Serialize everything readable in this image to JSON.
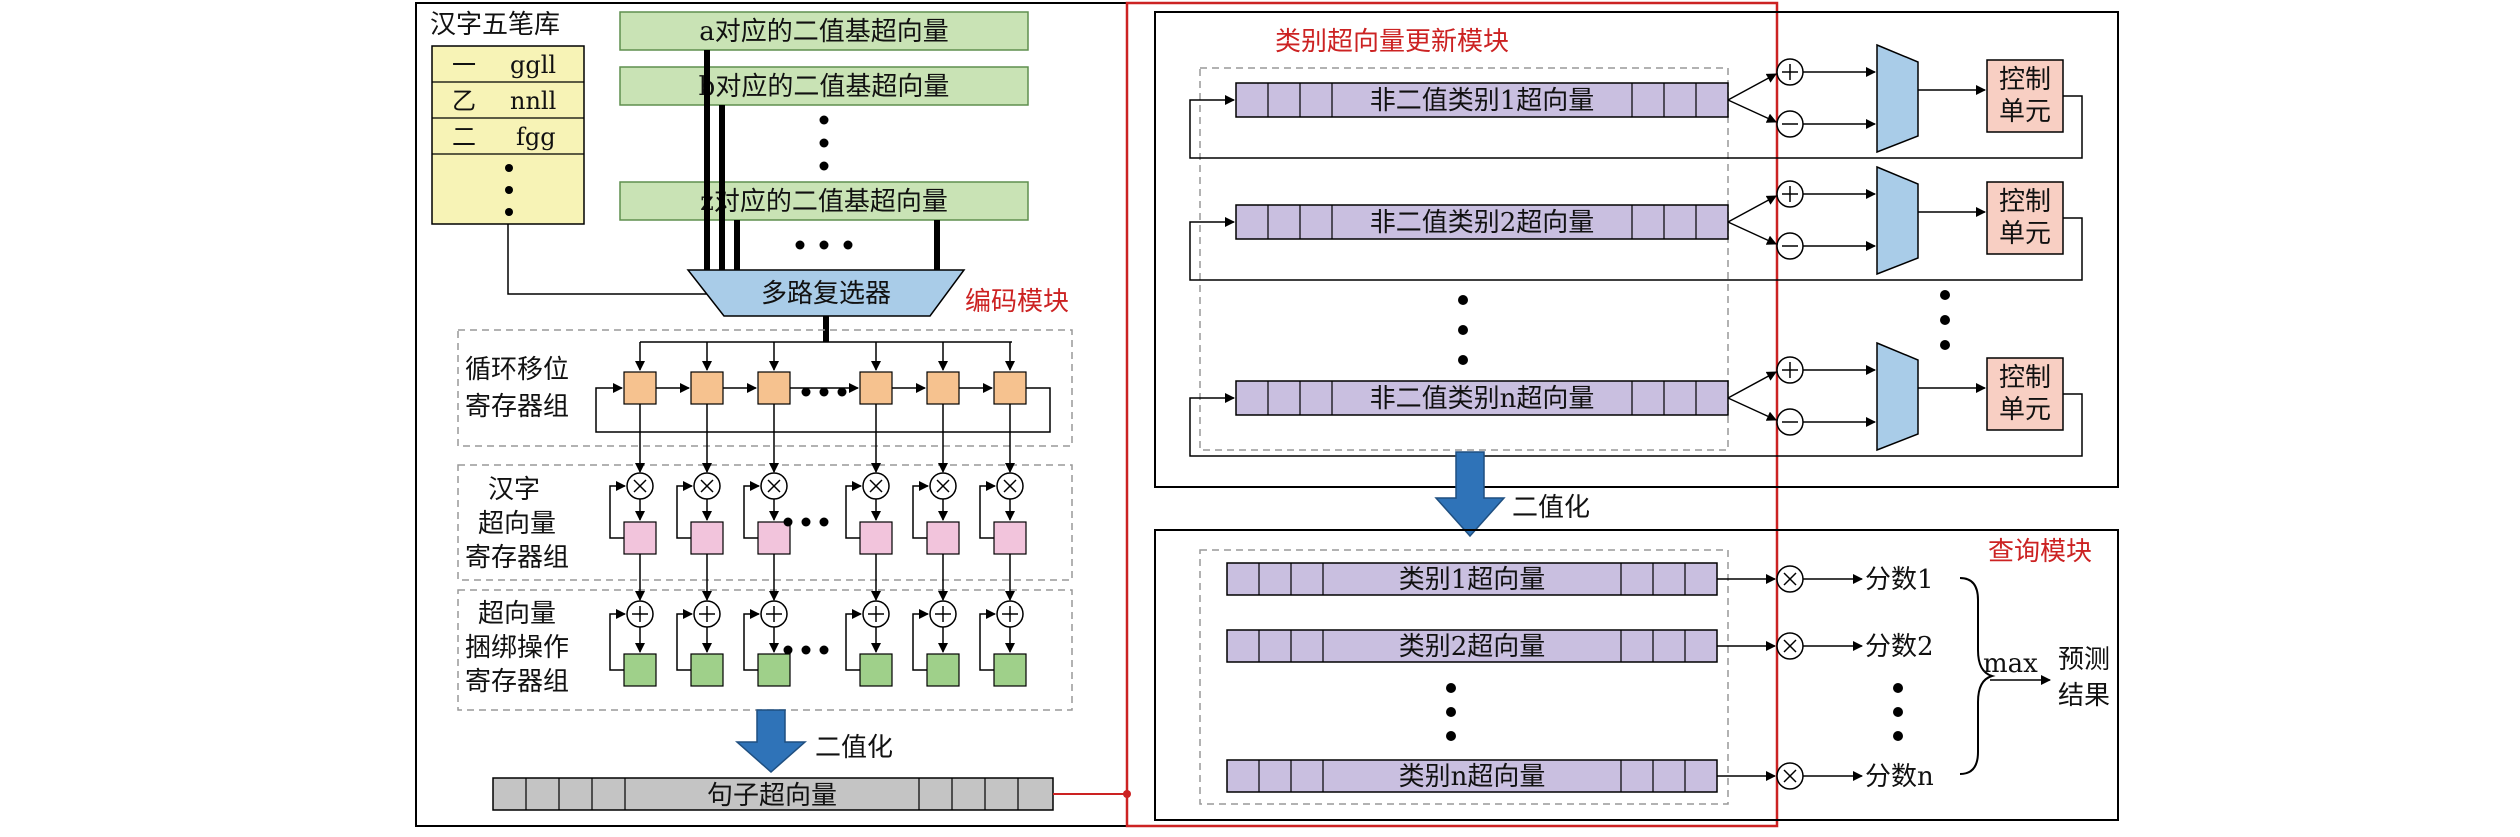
{
  "colors": {
    "line": "#000000",
    "red_wire": "#cc2222",
    "basis_fill": "#c9e3b5",
    "basis_stroke": "#5f8f4e",
    "table_fill": "#f7f3b6",
    "mux_fill": "#a9cce8",
    "shift_reg_fill": "#f6c28f",
    "char_reg_fill": "#f2c4dc",
    "bind_reg_fill": "#9fd08a",
    "class_vec_fill": "#c9bfe0",
    "sentence_fill": "#c4c4c4",
    "arrow_fill": "#2f73b8",
    "ctrl_fill": "#f8cfc3",
    "dash": "#999999"
  },
  "encoder": {
    "wubi_title": "汉字五笔库",
    "wubi_rows": [
      {
        "char": "一",
        "code": "ggll"
      },
      {
        "char": "乙",
        "code": "nnll"
      },
      {
        "char": "二",
        "code": "fgg"
      }
    ],
    "basis_vectors": [
      "a对应的二值基超向量",
      "b对应的二值基超向量",
      "z对应的二值基超向量"
    ],
    "mux_label": "多路复选器",
    "module_label": "编码模块",
    "shift_reg_label": [
      "循环移位",
      "寄存器组"
    ],
    "char_reg_label": [
      "汉字",
      "超向量",
      "寄存器组"
    ],
    "bind_reg_label": [
      "超向量",
      "捆绑操作",
      "寄存器组"
    ],
    "binarize_label": "二值化",
    "sentence_label": "句子超向量"
  },
  "update_module": {
    "title": "类别超向量更新模块",
    "vectors": [
      "非二值类别1超向量",
      "非二值类别2超向量",
      "非二值类别n超向量"
    ],
    "ctrl_label": [
      "控制",
      "单元"
    ],
    "plus_sign": "+",
    "minus_sign": "−",
    "binarize_label": "二值化"
  },
  "query_module": {
    "title": "查询模块",
    "vectors": [
      "类别1超向量",
      "类别2超向量",
      "类别n超向量"
    ],
    "scores": [
      "分数1",
      "分数2",
      "分数n"
    ],
    "max_label": "max",
    "result_label": [
      "预测",
      "结果"
    ],
    "times_sign": "×"
  }
}
